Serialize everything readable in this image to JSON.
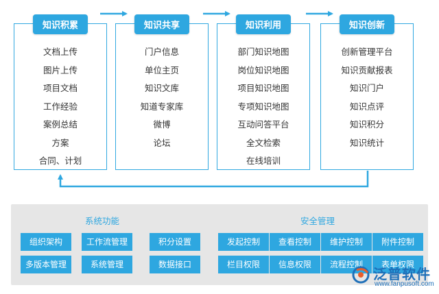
{
  "stages": [
    {
      "title": "知识积累",
      "items": [
        "文档上传",
        "图片上传",
        "项目文档",
        "工作经验",
        "案例总结",
        "方案",
        "合同、计划"
      ]
    },
    {
      "title": "知识共享",
      "items": [
        "门户信息",
        "单位主页",
        "知识文库",
        "知道专家库",
        "微博",
        "论坛"
      ]
    },
    {
      "title": "知识利用",
      "items": [
        "部门知识地图",
        "岗位知识地图",
        "项目知识地图",
        "专项知识地图",
        "互动问答平台",
        "全文检索",
        "在线培训"
      ]
    },
    {
      "title": "知识创新",
      "items": [
        "创新管理平台",
        "知识贡献报表",
        "知识门户",
        "知识点评",
        "知识积分",
        "知识统计"
      ]
    }
  ],
  "system_functions": {
    "title": "系统功能",
    "items": [
      "组织架构",
      "工作流管理",
      "积分设置",
      "多版本管理",
      "系统管理",
      "数据接口"
    ]
  },
  "security": {
    "title": "安全管理",
    "items": [
      "发起控制",
      "查看控制",
      "维护控制",
      "附件控制",
      "栏目权限",
      "信息权限",
      "流程控制",
      "表单权限"
    ]
  },
  "watermark": {
    "brand": "泛普软件",
    "url": "www.fanpusoft.com"
  },
  "colors": {
    "accent": "#2ea7e0",
    "panel": "#e6e6e6",
    "brand": "#1e6fb8"
  }
}
